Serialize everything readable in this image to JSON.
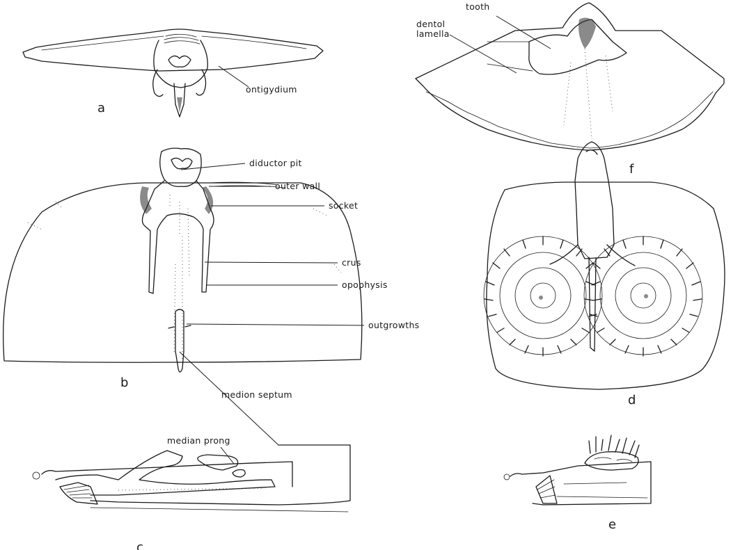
{
  "panels": {
    "a": "a",
    "b": "b",
    "c": "c",
    "d": "d",
    "e": "e",
    "f": "f"
  },
  "labels": {
    "antigydium": "ontigydium",
    "diductor_pit": "diductor pit",
    "outer_wall": "outer wall",
    "socket": "socket",
    "crus": "crus",
    "apophysis": "opophysis",
    "outgrowths": "outgrowths",
    "median_septum": "medion septum",
    "median_prong": "median prong",
    "tooth": "tooth",
    "dental_lamella_1": "dentol",
    "dental_lamella_2": "lamella"
  }
}
